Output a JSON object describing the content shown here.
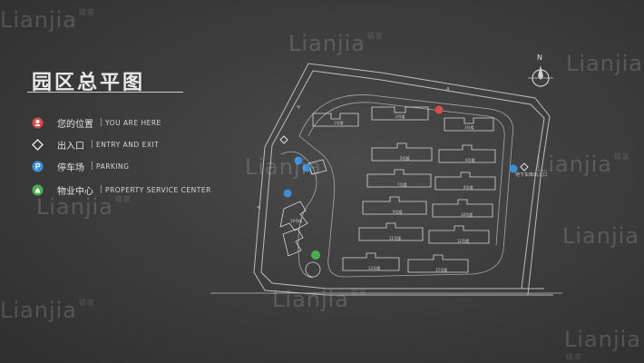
{
  "title": "园区总平图",
  "legend": [
    {
      "icon": "you-are-here-icon",
      "cn": "您的位置",
      "en": "YOU ARE HERE",
      "color": "#d94a4a"
    },
    {
      "icon": "entry-exit-icon",
      "cn": "出入口",
      "en": "ENTRY AND EXIT",
      "color": "#e0e0e0"
    },
    {
      "icon": "parking-icon",
      "cn": "停车场",
      "en": "PARKING",
      "color": "#3b8fd6"
    },
    {
      "icon": "property-center-icon",
      "cn": "物业中心",
      "en": "PROPERTY SERVICE CENTER",
      "color": "#4caf50"
    }
  ],
  "plan": {
    "compass_letter": "N",
    "entrance_label": "地下车库出入口",
    "buildings": [
      "1号楼",
      "2号楼",
      "3号楼",
      "5号楼",
      "6号楼",
      "7号楼",
      "8号楼",
      "9号楼",
      "10号楼",
      "11号楼",
      "12号楼",
      "13号楼",
      "15号楼",
      "16号楼"
    ]
  },
  "watermark": {
    "brand": "Lianjia",
    "sub": "链家"
  }
}
